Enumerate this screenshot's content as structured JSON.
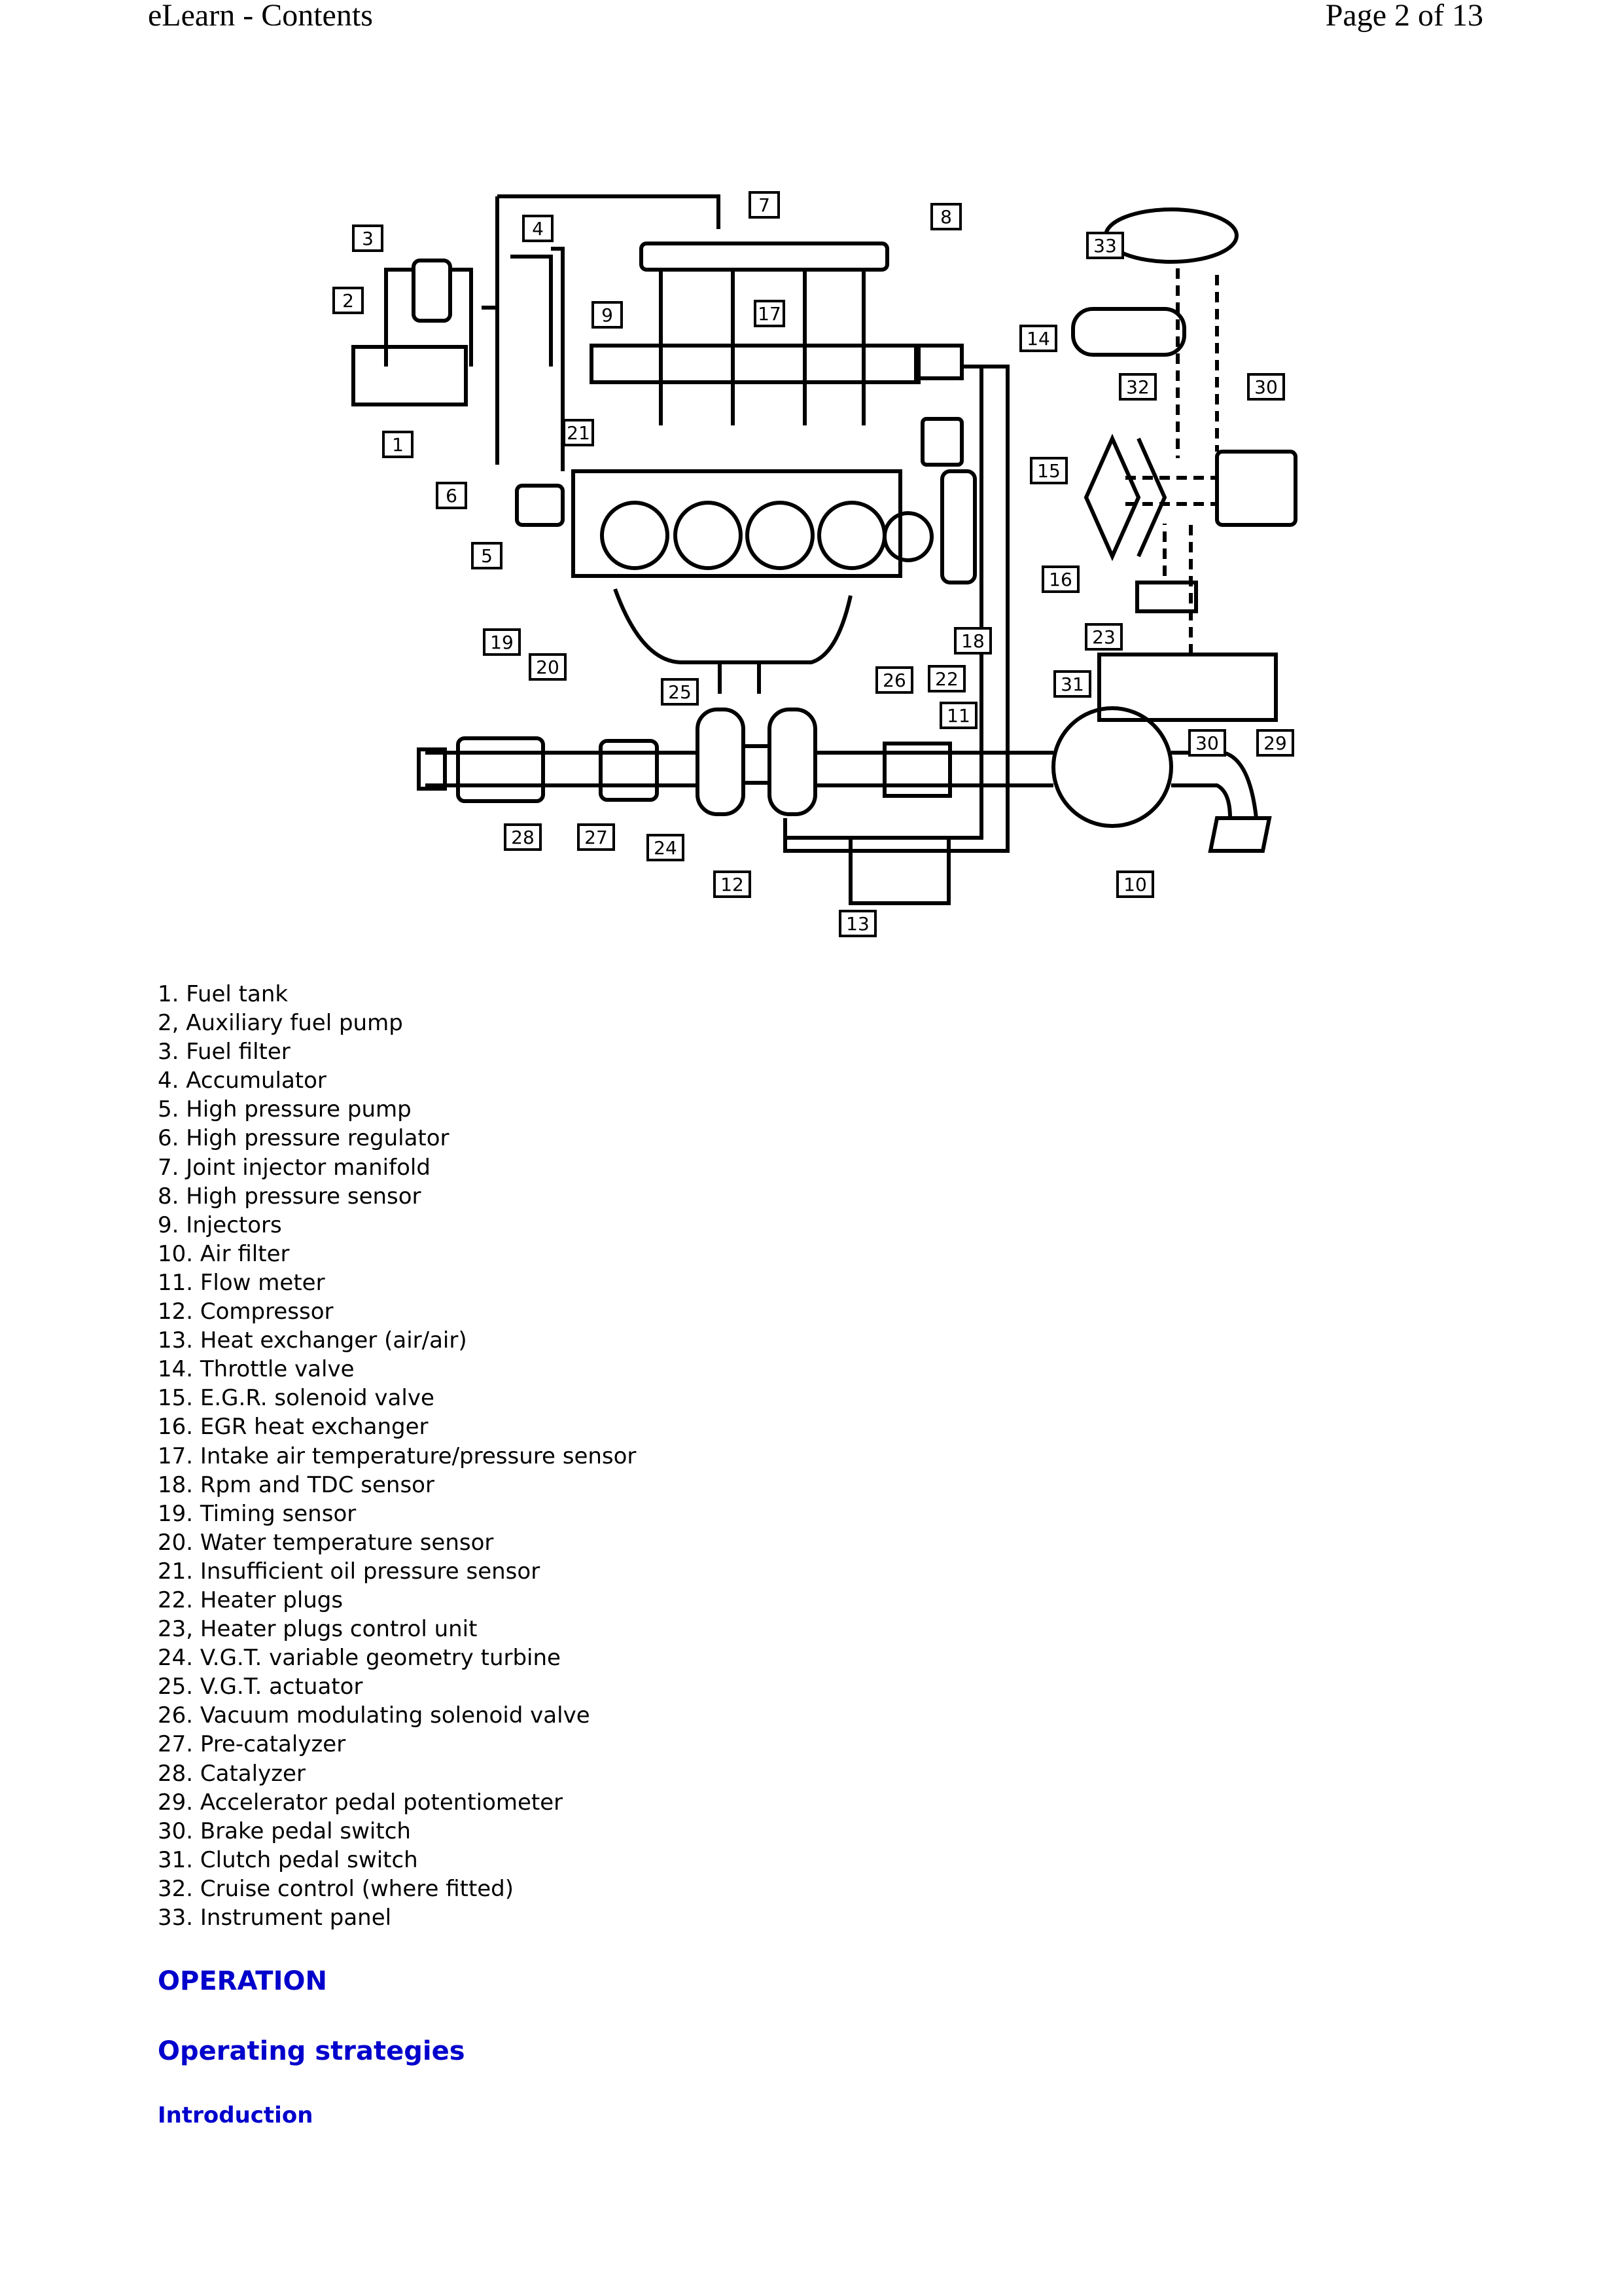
{
  "header": {
    "left_title": "eLearn - Contents",
    "page_indicator": "Page 2 of 13"
  },
  "diagram": {
    "callouts": [
      "1",
      "2",
      "3",
      "4",
      "5",
      "6",
      "7",
      "8",
      "9",
      "10",
      "11",
      "12",
      "13",
      "14",
      "15",
      "16",
      "17",
      "18",
      "19",
      "20",
      "21",
      "22",
      "23",
      "24",
      "25",
      "26",
      "27",
      "28",
      "29",
      "30",
      "31",
      "32",
      "33"
    ]
  },
  "legend": [
    "1. Fuel tank",
    "2, Auxiliary fuel pump",
    "3. Fuel filter",
    "4. Accumulator",
    "5. High pressure pump",
    "6. High pressure regulator",
    "7. Joint injector manifold",
    "8. High pressure sensor",
    "9. Injectors",
    "10. Air filter",
    "11. Flow meter",
    "12. Compressor",
    "13. Heat exchanger (air/air)",
    "14. Throttle valve",
    "15. E.G.R. solenoid valve",
    "16. EGR heat exchanger",
    "17. Intake air temperature/pressure sensor",
    "18. Rpm and TDC sensor",
    "19. Timing sensor",
    "20. Water temperature sensor",
    "21. Insufficient oil pressure sensor",
    "22. Heater plugs",
    "23, Heater plugs control unit",
    "24. V.G.T. variable geometry turbine",
    "25. V.G.T. actuator",
    "26. Vacuum modulating solenoid valve",
    "27. Pre-catalyzer",
    "28. Catalyzer",
    "29. Accelerator pedal potentiometer",
    "30. Brake pedal switch",
    "31. Clutch pedal switch",
    "32. Cruise control (where fitted)",
    "33. Instrument panel"
  ],
  "sections": {
    "operation": "OPERATION",
    "strategies": "Operating strategies",
    "introduction": "Introduction"
  },
  "colors": {
    "heading": "#0000cc",
    "text": "#000000",
    "background": "#ffffff"
  }
}
